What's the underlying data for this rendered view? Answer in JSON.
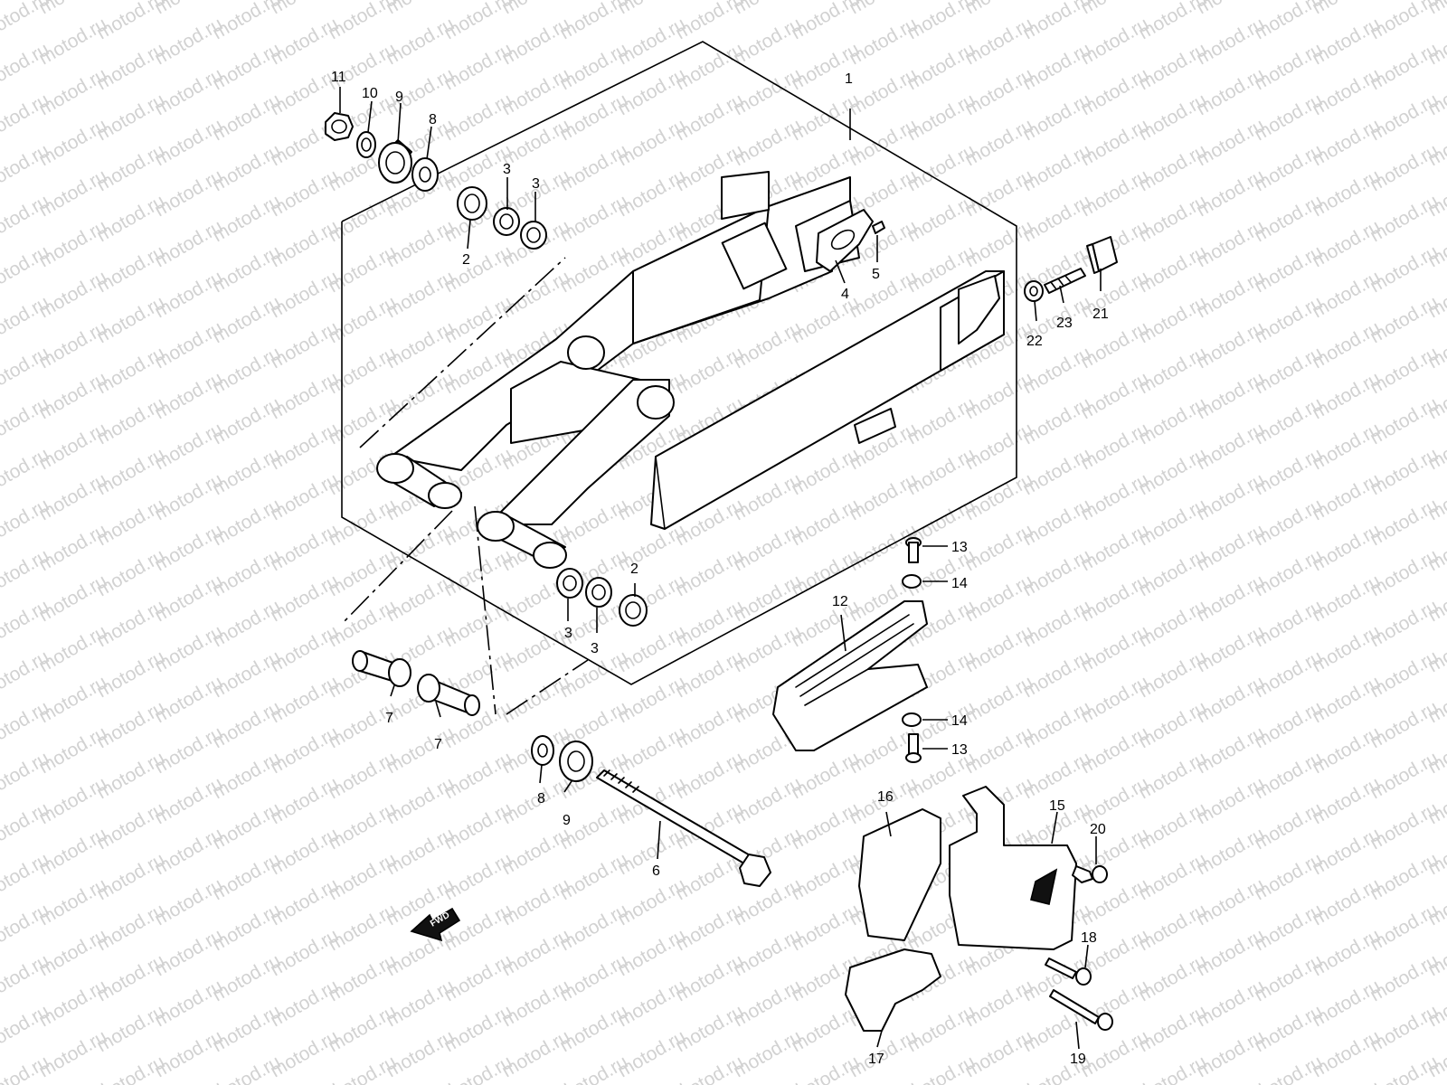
{
  "watermark": "motod.ru",
  "fwd_label": "FWD",
  "callouts": [
    {
      "id": "c1",
      "text": "1"
    },
    {
      "id": "c2a",
      "text": "2"
    },
    {
      "id": "c2b",
      "text": "2"
    },
    {
      "id": "c3a",
      "text": "3"
    },
    {
      "id": "c3b",
      "text": "3"
    },
    {
      "id": "c3c",
      "text": "3"
    },
    {
      "id": "c3d",
      "text": "3"
    },
    {
      "id": "c4",
      "text": "4"
    },
    {
      "id": "c5",
      "text": "5"
    },
    {
      "id": "c6",
      "text": "6"
    },
    {
      "id": "c7a",
      "text": "7"
    },
    {
      "id": "c7b",
      "text": "7"
    },
    {
      "id": "c8a",
      "text": "8"
    },
    {
      "id": "c8b",
      "text": "8"
    },
    {
      "id": "c9a",
      "text": "9"
    },
    {
      "id": "c9b",
      "text": "9"
    },
    {
      "id": "c10",
      "text": "10"
    },
    {
      "id": "c11",
      "text": "11"
    },
    {
      "id": "c12",
      "text": "12"
    },
    {
      "id": "c13a",
      "text": "13"
    },
    {
      "id": "c13b",
      "text": "13"
    },
    {
      "id": "c14a",
      "text": "14"
    },
    {
      "id": "c14b",
      "text": "14"
    },
    {
      "id": "c15",
      "text": "15"
    },
    {
      "id": "c16",
      "text": "16"
    },
    {
      "id": "c17",
      "text": "17"
    },
    {
      "id": "c18",
      "text": "18"
    },
    {
      "id": "c19",
      "text": "19"
    },
    {
      "id": "c20",
      "text": "20"
    },
    {
      "id": "c21",
      "text": "21"
    },
    {
      "id": "c22",
      "text": "22"
    },
    {
      "id": "c23",
      "text": "23"
    }
  ]
}
